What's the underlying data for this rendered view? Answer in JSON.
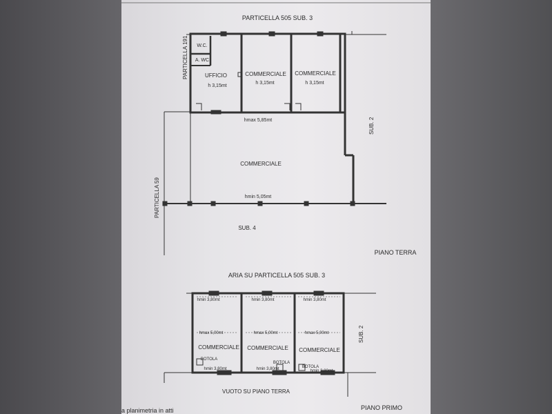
{
  "ground_floor": {
    "neighbor_top": "PARTICELLA 505 SUB. 3",
    "neighbor_left_top": "PARTICELLA 191",
    "neighbor_left": "PARTICELLA 59",
    "neighbor_right": "SUB. 2",
    "neighbor_bottom": "SUB. 4",
    "floor_label": "PIANO TERRA",
    "rooms": {
      "wc": "W.C.",
      "anti_wc": "A. WC",
      "ufficio": "UFFICIO",
      "ufficio_height": "h 3,15mt",
      "comm1": "COMMERCIALE",
      "comm1_height": "h 3,15mt",
      "comm2": "COMMERCIALE",
      "comm2_height": "h 3,15mt",
      "hmax": "hmax 5,85mt",
      "main": "COMMERCIALE",
      "hmin": "hmin 5,05mt"
    }
  },
  "first_floor": {
    "neighbor_top": "ARIA SU PARTICELLA 505 SUB. 3",
    "neighbor_right": "SUB. 2",
    "neighbor_bottom": "VUOTO SU PIANO TERRA",
    "floor_label": "PIANO PRIMO",
    "room1": {
      "name": "COMMERCIALE",
      "hmin_top": "hmin 3,80mt",
      "hmax": "hmax 5,00mt",
      "botola": "BOTOLA",
      "hmin_bottom": "hmin 3,80mt"
    },
    "room2": {
      "name": "COMMERCIALE",
      "hmin_top": "hmin 3,80mt",
      "hmax": "hmax 5,00mt",
      "botola": "BOTOLA",
      "hmin_bottom": "hmin 3,80mt"
    },
    "room3": {
      "name": "COMMERCIALE",
      "hmin_top": "hmin 3,80mt",
      "hmax": "hmax 5,00mt",
      "botola": "BOTOLA",
      "hmin_bottom": "hmin 3,80mt"
    }
  },
  "footer_note": "a planimetria in atti"
}
